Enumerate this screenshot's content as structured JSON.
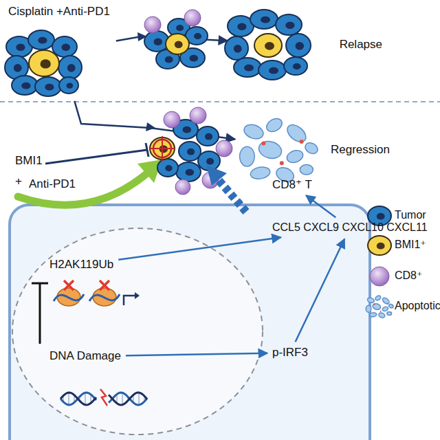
{
  "diagram": {
    "nodes": [
      {
        "text": [
          "Cisplatin +Anti-PD1"
        ]
      },
      {
        "text": [
          "Relapse"
        ]
      },
      {
        "text": [
          "Regression"
        ]
      },
      {
        "text": [
          "CD8⁺ T"
        ]
      },
      {
        "text": [
          "CCL5 CXCL9 CXCL10 CXCL11"
        ]
      },
      {
        "text": [
          "H2AK119Ub"
        ]
      },
      {
        "text": [
          "DNA Damage"
        ]
      },
      {
        "text": [
          "p-IRF3"
        ]
      }
    ],
    "edges": [
      {
        "from": 0,
        "to": 1,
        "arrow": "to"
      },
      {
        "from": 0,
        "to": 2,
        "arrow": "to"
      },
      {
        "from": 4,
        "to": 3,
        "arrow": "to"
      },
      {
        "from": 5,
        "to": 4,
        "arrow": "to"
      },
      {
        "from": 6,
        "to": 7,
        "arrow": "to"
      },
      {
        "from": 7,
        "to": 4,
        "arrow": "to"
      }
    ],
    "labels": [
      "BMI1",
      "+",
      "Anti-PD1"
    ],
    "legend": [
      {
        "text": "Tumor"
      },
      {
        "text": "BMI1⁺"
      },
      {
        "text": "CD8⁺"
      },
      {
        "text": "Apoptotic"
      }
    ]
  }
}
